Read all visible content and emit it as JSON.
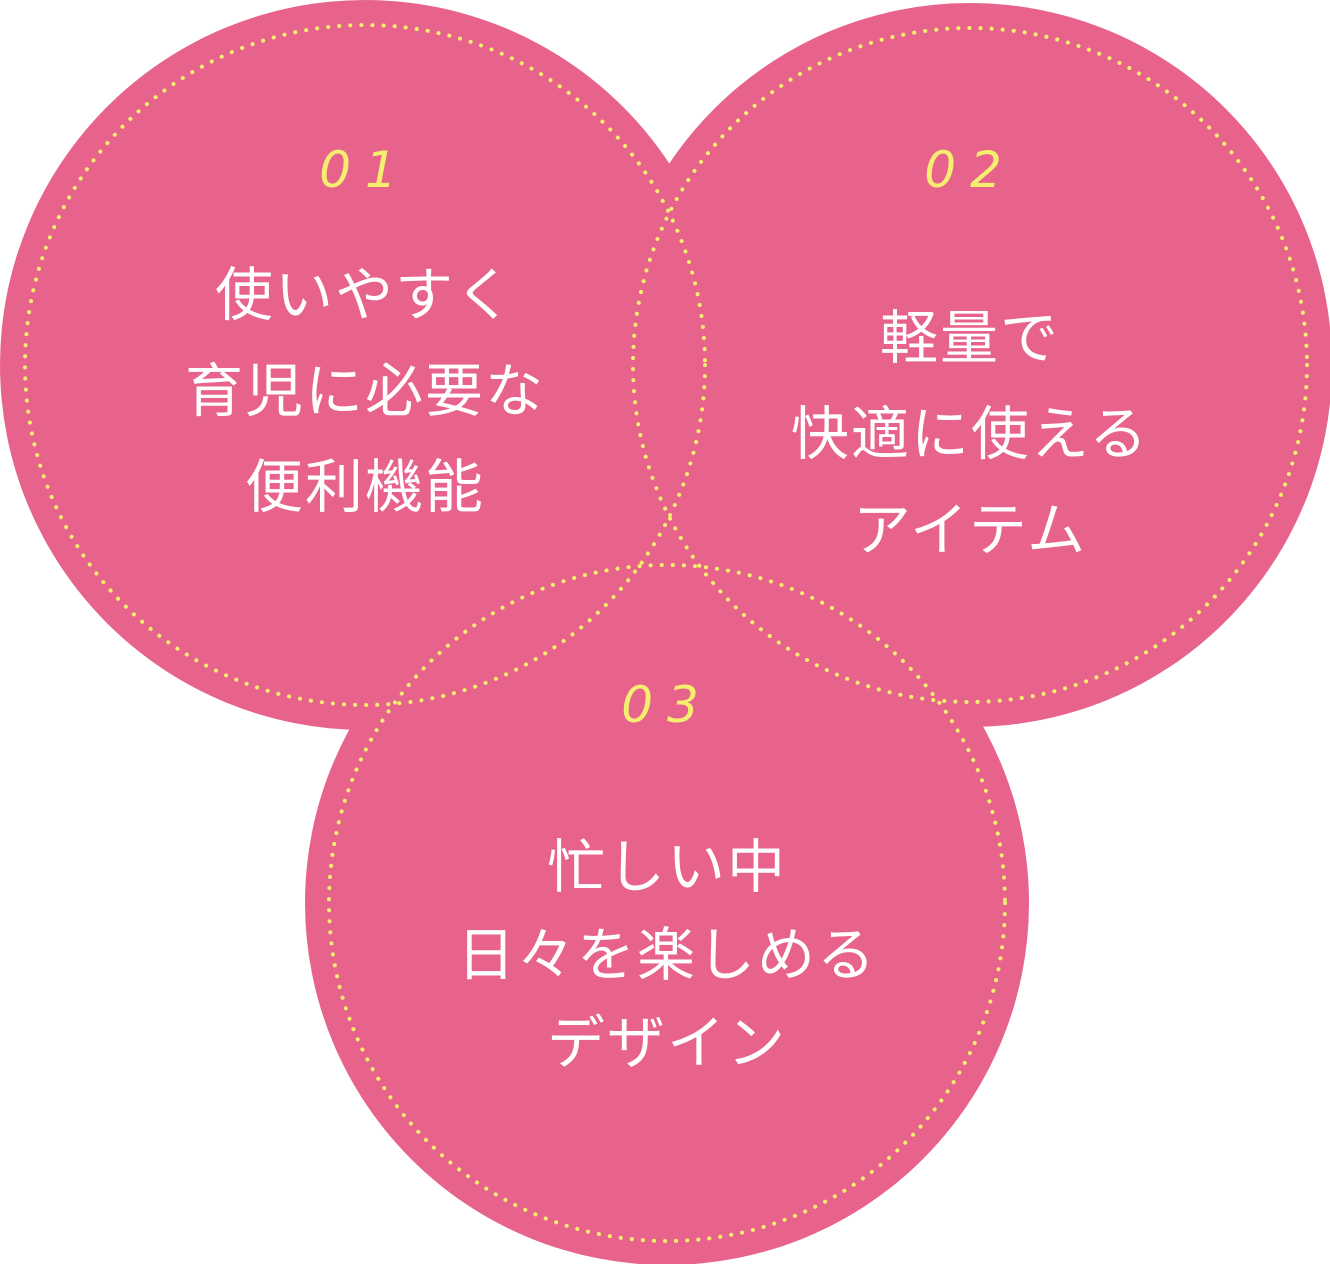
{
  "colors": {
    "circle_fill": "#e8638c",
    "dot_border": "#f4ef6e",
    "number_text": "#f4ef6e",
    "body_text": "#ffffff"
  },
  "circles": [
    {
      "number": "01",
      "lines": [
        "使いやすく",
        "育児に必要な",
        "便利機能"
      ]
    },
    {
      "number": "02",
      "lines": [
        "軽量で",
        "快適に使える",
        "アイテム"
      ]
    },
    {
      "number": "03",
      "lines": [
        "忙しい中",
        "日々を楽しめる",
        "デザイン"
      ]
    }
  ]
}
